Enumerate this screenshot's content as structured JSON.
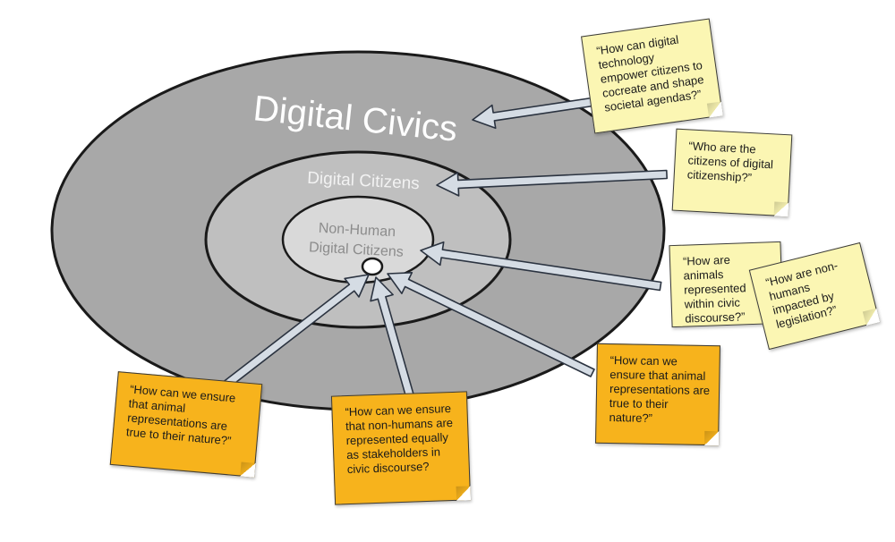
{
  "rings": {
    "outer": "Digital Civics",
    "middle": "Digital Citizens",
    "inner_line1": "Non-Human",
    "inner_line2": "Digital Citizens"
  },
  "colors": {
    "outer_ring": "#a8a8a8",
    "middle_ring": "#bfbfbf",
    "inner_ring": "#d9d9d9",
    "pale_note": "#fbf6b3",
    "orange_note": "#f7b31c",
    "arrow_fill": "#d5dce4"
  },
  "notes": {
    "civics": "“How can digital technology empower citizens to cocreate and shape societal agendas?”",
    "citizens": "“Who are the citizens of digital citizenship?”",
    "animals": "“How are animals represented within civic discourse?”",
    "legislation": "“How are non-humans impacted by legislation?”",
    "left_true": "“How can we ensure that animal representations are true to their nature?”",
    "stakeholders": "“How can we ensure that non-humans are represented equally as stakeholders in civic discourse?",
    "right_true": "“How can we ensure that animal representations are true to their nature?”"
  }
}
